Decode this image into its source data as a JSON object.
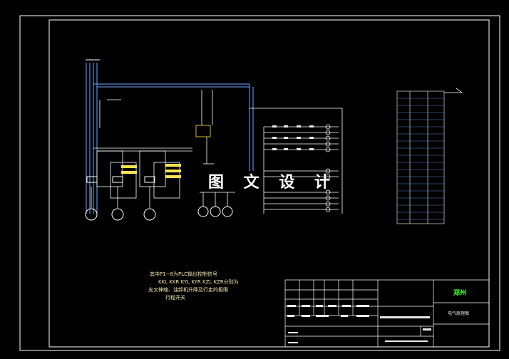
{
  "watermark": "图 文 设 计",
  "notes": {
    "line1": "其中P1~8为PLC输出控制信号",
    "line2": "KKL KKR KYL KYR KZL KZR分别为",
    "line3": "支叉伸缩、油卸机升降及行走的极限",
    "line4": "行程开关"
  },
  "title_block": {
    "company": "郑州",
    "drawing_name": "电气原理图"
  },
  "colors": {
    "background": "#000000",
    "frame": "#ffffff",
    "wire_blue": "#6fa8ff",
    "wire_yellow": "#ffe44d",
    "wire_orange": "#ff9a3c",
    "wire_green": "#5cff5c",
    "company_green": "#32ff32",
    "note_text": "#f2e6b0"
  }
}
